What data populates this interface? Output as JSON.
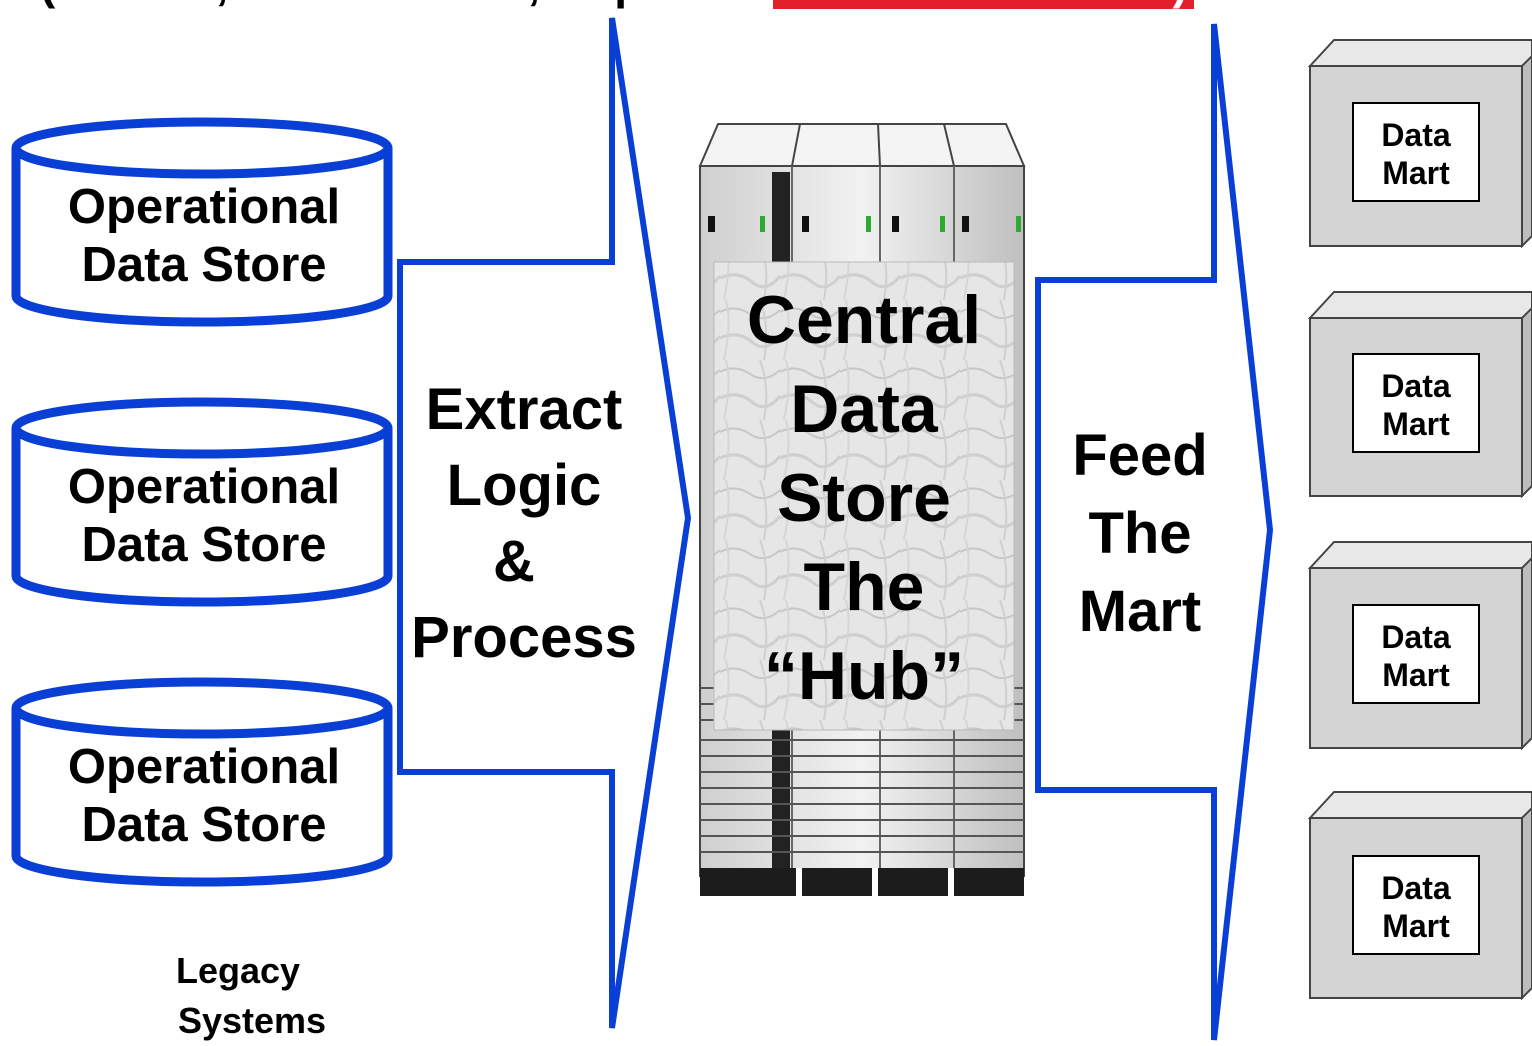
{
  "title": {
    "prefix": "(Volatile, Mixed Issues, Duplicate",
    "highlight": "All Historical Data)"
  },
  "legacy": {
    "stores": [
      {
        "line1": "Operational",
        "line2": "Data Store"
      },
      {
        "line1": "Operational",
        "line2": "Data Store"
      },
      {
        "line1": "Operational",
        "line2": "Data Store"
      }
    ],
    "caption": [
      "Legacy",
      "Systems"
    ]
  },
  "extract_arrow": {
    "lines": [
      "Extract",
      "Logic",
      "&",
      "Process"
    ]
  },
  "hub": {
    "lines": [
      "Central",
      "Data",
      "Store",
      "The",
      "“Hub”"
    ]
  },
  "feed_arrow": {
    "lines": [
      "Feed",
      "The",
      "Mart"
    ]
  },
  "marts": [
    {
      "line1": "Data",
      "line2": "Mart"
    },
    {
      "line1": "Data",
      "line2": "Mart"
    },
    {
      "line1": "Data",
      "line2": "Mart"
    },
    {
      "line1": "Data",
      "line2": "Mart"
    }
  ],
  "colors": {
    "arrow_stroke": "#0a3fd6",
    "cylinder_stroke": "#0a3fd6",
    "highlight": "#e3202a",
    "mart_face": "#d4d4d4",
    "mart_side": "#bdbdbd"
  }
}
